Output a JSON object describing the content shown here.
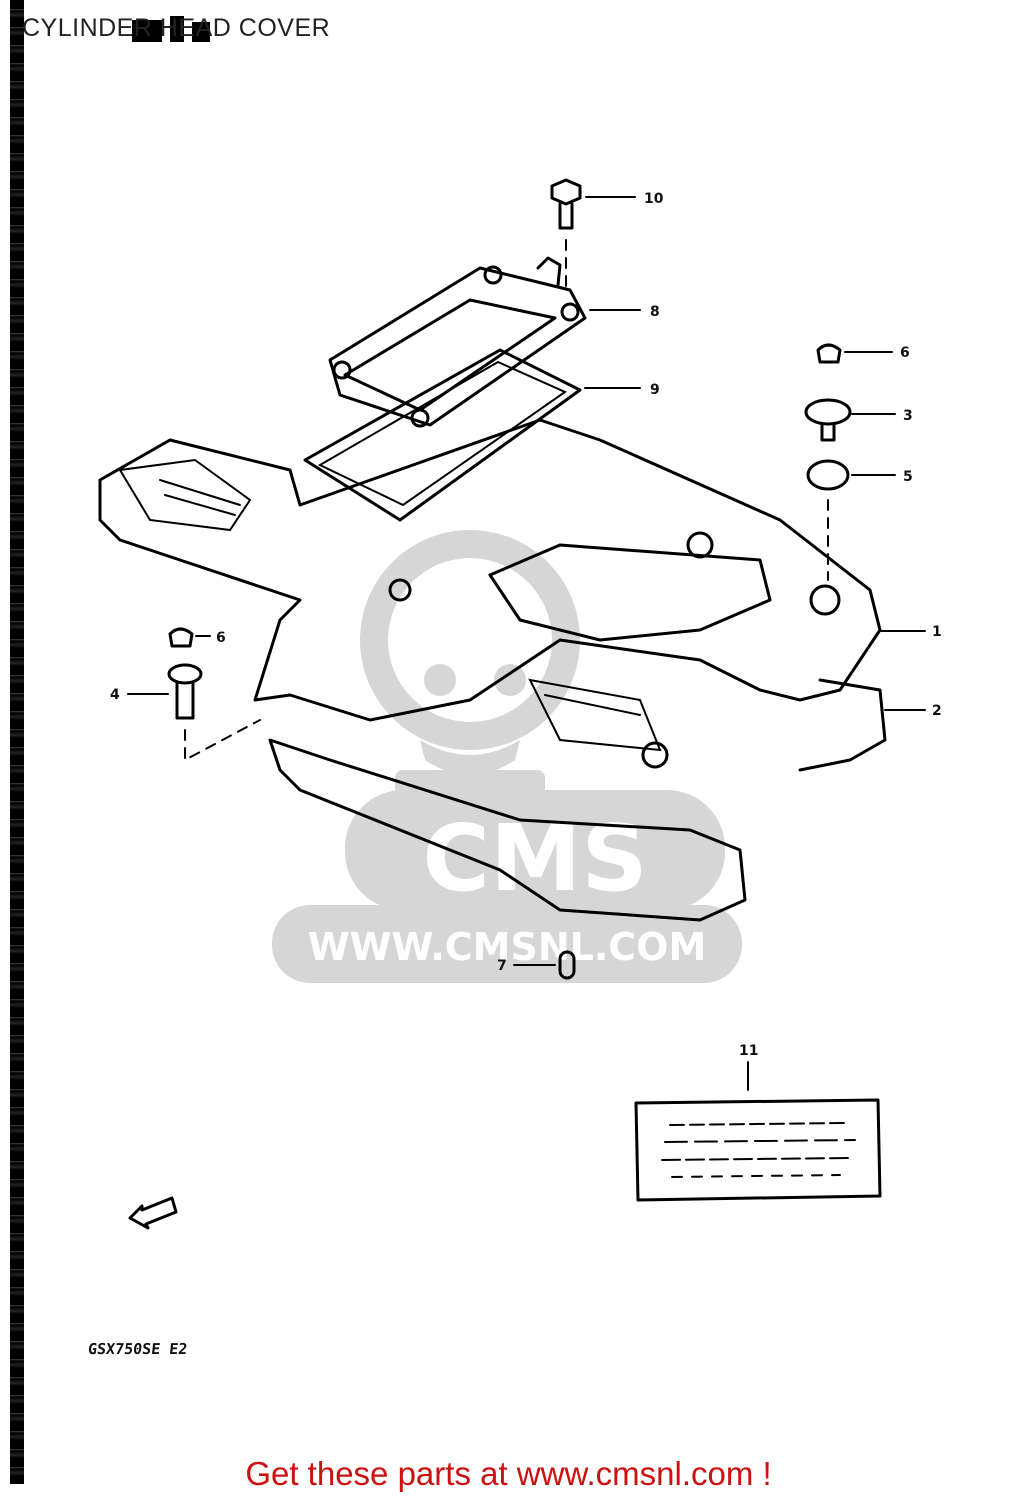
{
  "title": "CYLINDER HEAD COVER",
  "callouts": {
    "c1": "1",
    "c2": "2",
    "c3": "3",
    "c4": "4",
    "c5": "5",
    "c6a": "6",
    "c6b": "6",
    "c7": "7",
    "c8": "8",
    "c9": "9",
    "c10": "10",
    "c11": "11"
  },
  "model_code": "GSX750SE  E2",
  "watermark": {
    "text": "WWW.CMSNL.COM",
    "logo": "CMS",
    "color": "#d6d6d6"
  },
  "cta": {
    "text": "Get these parts at www.cmsnl.com !",
    "color": "#cc1111"
  }
}
